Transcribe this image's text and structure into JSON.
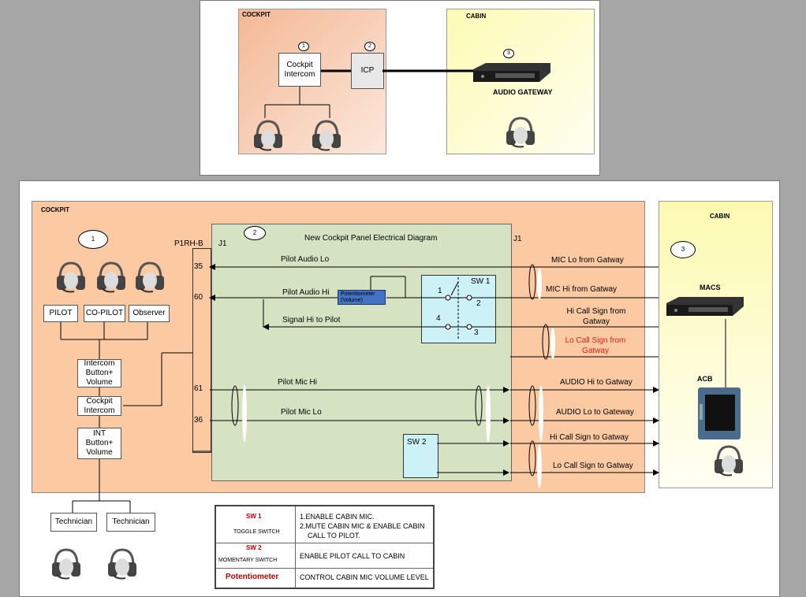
{
  "top_diagram": {
    "cockpit_label": "COCKPIT",
    "cabin_label": "CABIN",
    "badge_1": "1",
    "badge_2": "2",
    "badge_3": "3",
    "cockpit_intercom": "Cockpit Intercom",
    "icp": "ICP",
    "audio_gateway": "AUDIO GATEWAY"
  },
  "bottom_diagram": {
    "cockpit_label": "COCKPIT",
    "cabin_label": "CABIN",
    "badge_1": "1",
    "badge_2": "2",
    "badge_3": "3",
    "panel_title": "New Cockpit Panel Electrical Diagram",
    "connector_left": "P1RH-B",
    "j1_left": "J1",
    "j1_right": "J1",
    "pins": [
      "35",
      "60",
      "61",
      "36"
    ],
    "crew": [
      "PILOT",
      "CO-PILOT",
      "Observer"
    ],
    "intercom_button": "Intercom Button+ Volume",
    "cockpit_intercom": "Cockpit Intercom",
    "int_button": "INT Button+ Volume",
    "technicians": [
      "Technician",
      "Technician"
    ],
    "signals_internal": {
      "pilot_audio_lo": "Pilot Audio Lo",
      "pilot_audio_hi": "Pilot Audio Hi",
      "signal_hi": "Signal Hi to Pilot",
      "pilot_mic_hi": "Pilot Mic Hi",
      "pilot_mic_lo": "Pilot Mic Lo"
    },
    "potentiometer": "Potentiometer (Volume)",
    "sw1": "SW 1",
    "sw1_contacts": [
      "1",
      "2",
      "4",
      "3"
    ],
    "sw2": "SW 2",
    "signals_external": {
      "mic_lo": "MIC Lo from Gatway",
      "mic_hi": "MIC Hi from Gatway",
      "hi_call_from": "Hi  Call Sign  from Gatway",
      "lo_call_from": "Lo  Call Sign from Gatway",
      "audio_hi_to": "AUDIO Hi to Gatway",
      "audio_lo_to": "AUDIO Lo  to Gateway",
      "hi_call_to": "Hi  Call Sign  to Gatway",
      "lo_call_to": "Lo  Call Sign to Gatway"
    },
    "macs": "MACS",
    "acb": "ACB"
  },
  "legend": {
    "sw1_name": "SW 1",
    "sw1_type": "TOGGLE SWITCH",
    "sw1_desc_1": "1.ENABLE CABIN MIC.",
    "sw1_desc_2": "2.MUTE CABIN MIC & ENABLE CABIN",
    "sw1_desc_3": "CALL TO PILOT.",
    "sw2_name": "SW 2",
    "sw2_type": "MOMENTARY SWITCH",
    "sw2_desc": "ENABLE  PILOT CALL TO CABIN",
    "pot_name": "Potentiometer",
    "pot_desc": "CONTROL CABIN MIC VOLUME LEVEL"
  },
  "colors": {
    "cockpit_bg": "#fbc9a2",
    "cabin_bg": "#fcfab8",
    "panel_bg": "#d6e3c3",
    "switch_bg": "#ccf2f7",
    "potentiometer_bg": "#4472c4",
    "lo_call_red": "#e02020",
    "legend_red": "#c00000"
  },
  "icons": [
    "headset-icon",
    "audio-gateway-device-icon",
    "acb-display-icon"
  ]
}
